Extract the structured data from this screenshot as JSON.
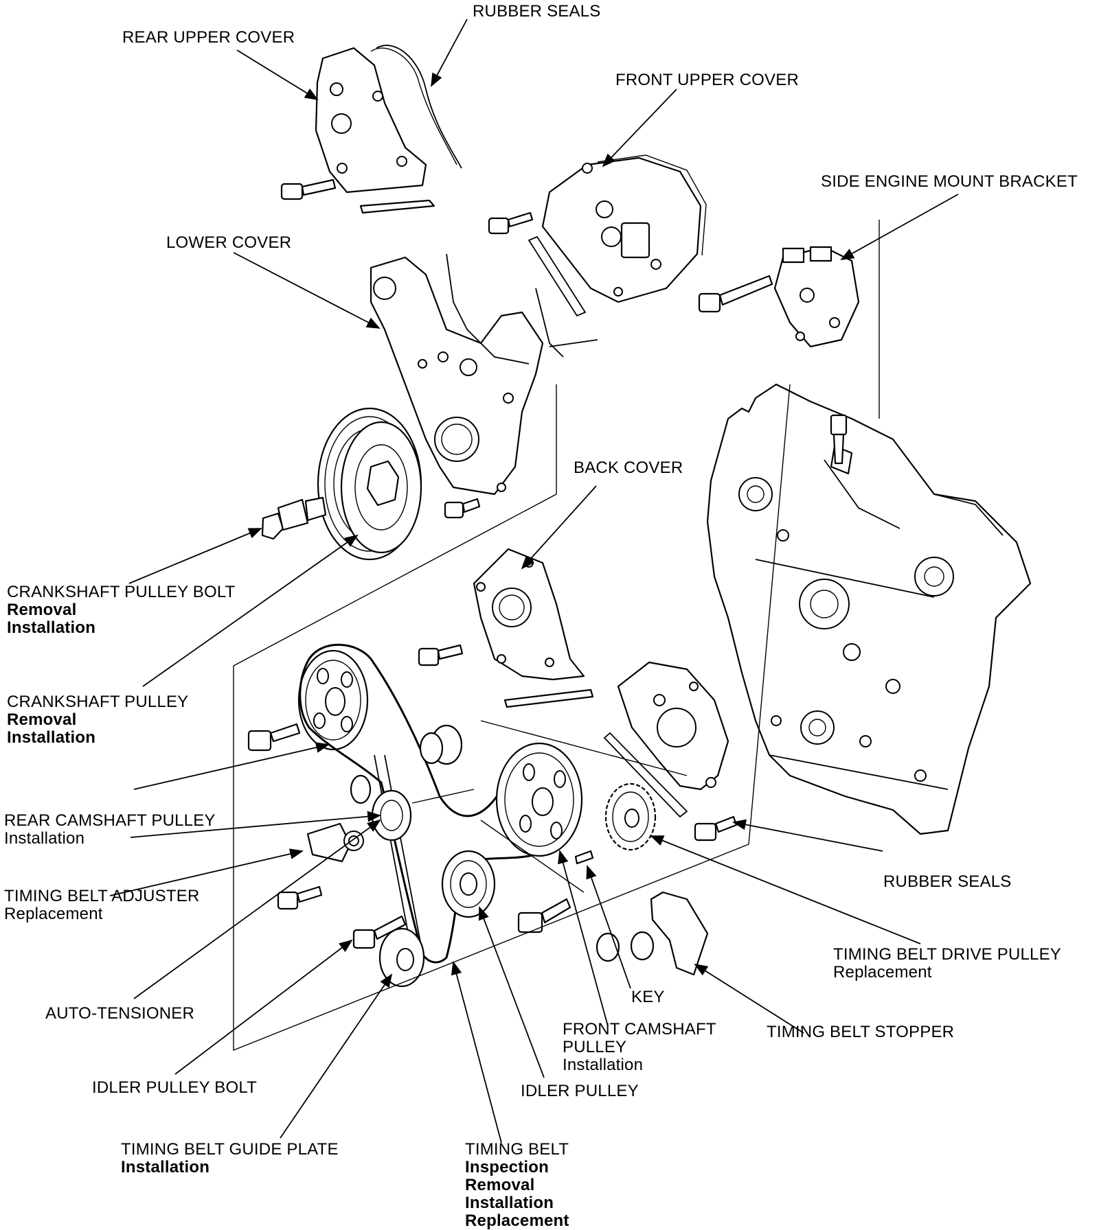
{
  "labels": {
    "rubber_seals_top": "RUBBER SEALS",
    "rear_upper_cover": "REAR UPPER COVER",
    "front_upper_cover": "FRONT UPPER COVER",
    "side_engine_mount_bracket": "SIDE ENGINE MOUNT BRACKET",
    "lower_cover": "LOWER COVER",
    "back_cover": "BACK COVER",
    "crankshaft_pulley_bolt": {
      "title": "CRANKSHAFT PULLEY BOLT",
      "sub": [
        "Removal",
        "Installation"
      ]
    },
    "crankshaft_pulley": {
      "title": "CRANKSHAFT PULLEY",
      "sub": [
        "Removal",
        "Installation"
      ]
    },
    "rear_camshaft_pulley": {
      "title": "REAR CAMSHAFT PULLEY",
      "sub": [
        "Installation"
      ]
    },
    "timing_belt_adjuster": {
      "title": "TIMING BELT ADJUSTER",
      "sub": [
        "Replacement"
      ]
    },
    "auto_tensioner": "AUTO-TENSIONER",
    "idler_pulley_bolt": "IDLER PULLEY BOLT",
    "timing_belt_guide_plate": {
      "title": "TIMING BELT GUIDE PLATE",
      "sub": [
        "Installation"
      ]
    },
    "timing_belt": {
      "title": "TIMING BELT",
      "sub": [
        "Inspection",
        "Removal",
        "Installation",
        "Replacement"
      ]
    },
    "idler_pulley": "IDLER PULLEY",
    "front_camshaft_pulley": {
      "title": "FRONT CAMSHAFT",
      "title2": "PULLEY",
      "sub": [
        "Installation"
      ]
    },
    "key": "KEY",
    "timing_belt_stopper": "TIMING BELT STOPPER",
    "timing_belt_drive_pulley": {
      "title": "TIMING BELT DRIVE PULLEY",
      "sub": [
        "Replacement"
      ]
    },
    "rubber_seals_right": "RUBBER SEALS"
  }
}
